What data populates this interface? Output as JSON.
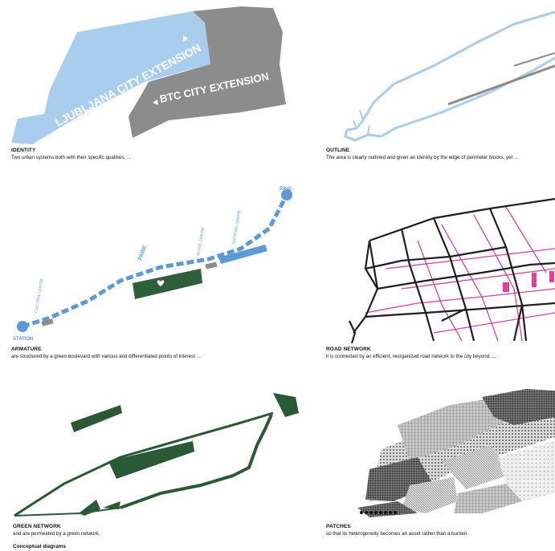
{
  "panels": [
    {
      "title": "IDENTITY",
      "caption": "Two urban systems both with their specific qualities, ...",
      "labels": {
        "ljubljana": "LJUBLJANA CITY EXTENSION",
        "btc": "BTC CITY EXTENSION"
      },
      "colors": {
        "blue": "#a9cdec",
        "gray": "#8c8c8c"
      }
    },
    {
      "title": "OUTLINE",
      "caption": "The area is clearly outlined and given an identity by the edge of perimeter blocks, yet ...",
      "colors": {
        "line": "#a9cdec",
        "rail": "#8c8c8c"
      }
    },
    {
      "title": "ARMATURE",
      "caption": "are structured by a green boulevard with various and differentiated points of interest ...",
      "labels": {
        "ring": "RING",
        "station": "STATION",
        "park": "PARK",
        "cultural": "CULTURAL CENTRE",
        "active": "ACTIVE CENTRE",
        "shopping": "SHOPPING CENTRE"
      },
      "colors": {
        "boulevard": "#5b9bd5",
        "park": "#2e5e3a",
        "node": "#5b9bd5"
      }
    },
    {
      "title": "ROAD NETWORK",
      "caption": "it is connected by an efficient, reorganized road network to the city beyond, ...",
      "colors": {
        "road": "#1e1e1e",
        "new": "#e0409a"
      }
    },
    {
      "title": "GREEN NETWORK",
      "caption": "and are permeated by a green network.",
      "colors": {
        "green": "#2a5a35"
      }
    },
    {
      "title": "PATCHES",
      "caption": "so that its heterogeneity becomes an asset rather than a burden.",
      "colors": {
        "dark": "#555555",
        "light": "#bdbdbd"
      }
    }
  ],
  "footer": "Conceptual diagrams"
}
